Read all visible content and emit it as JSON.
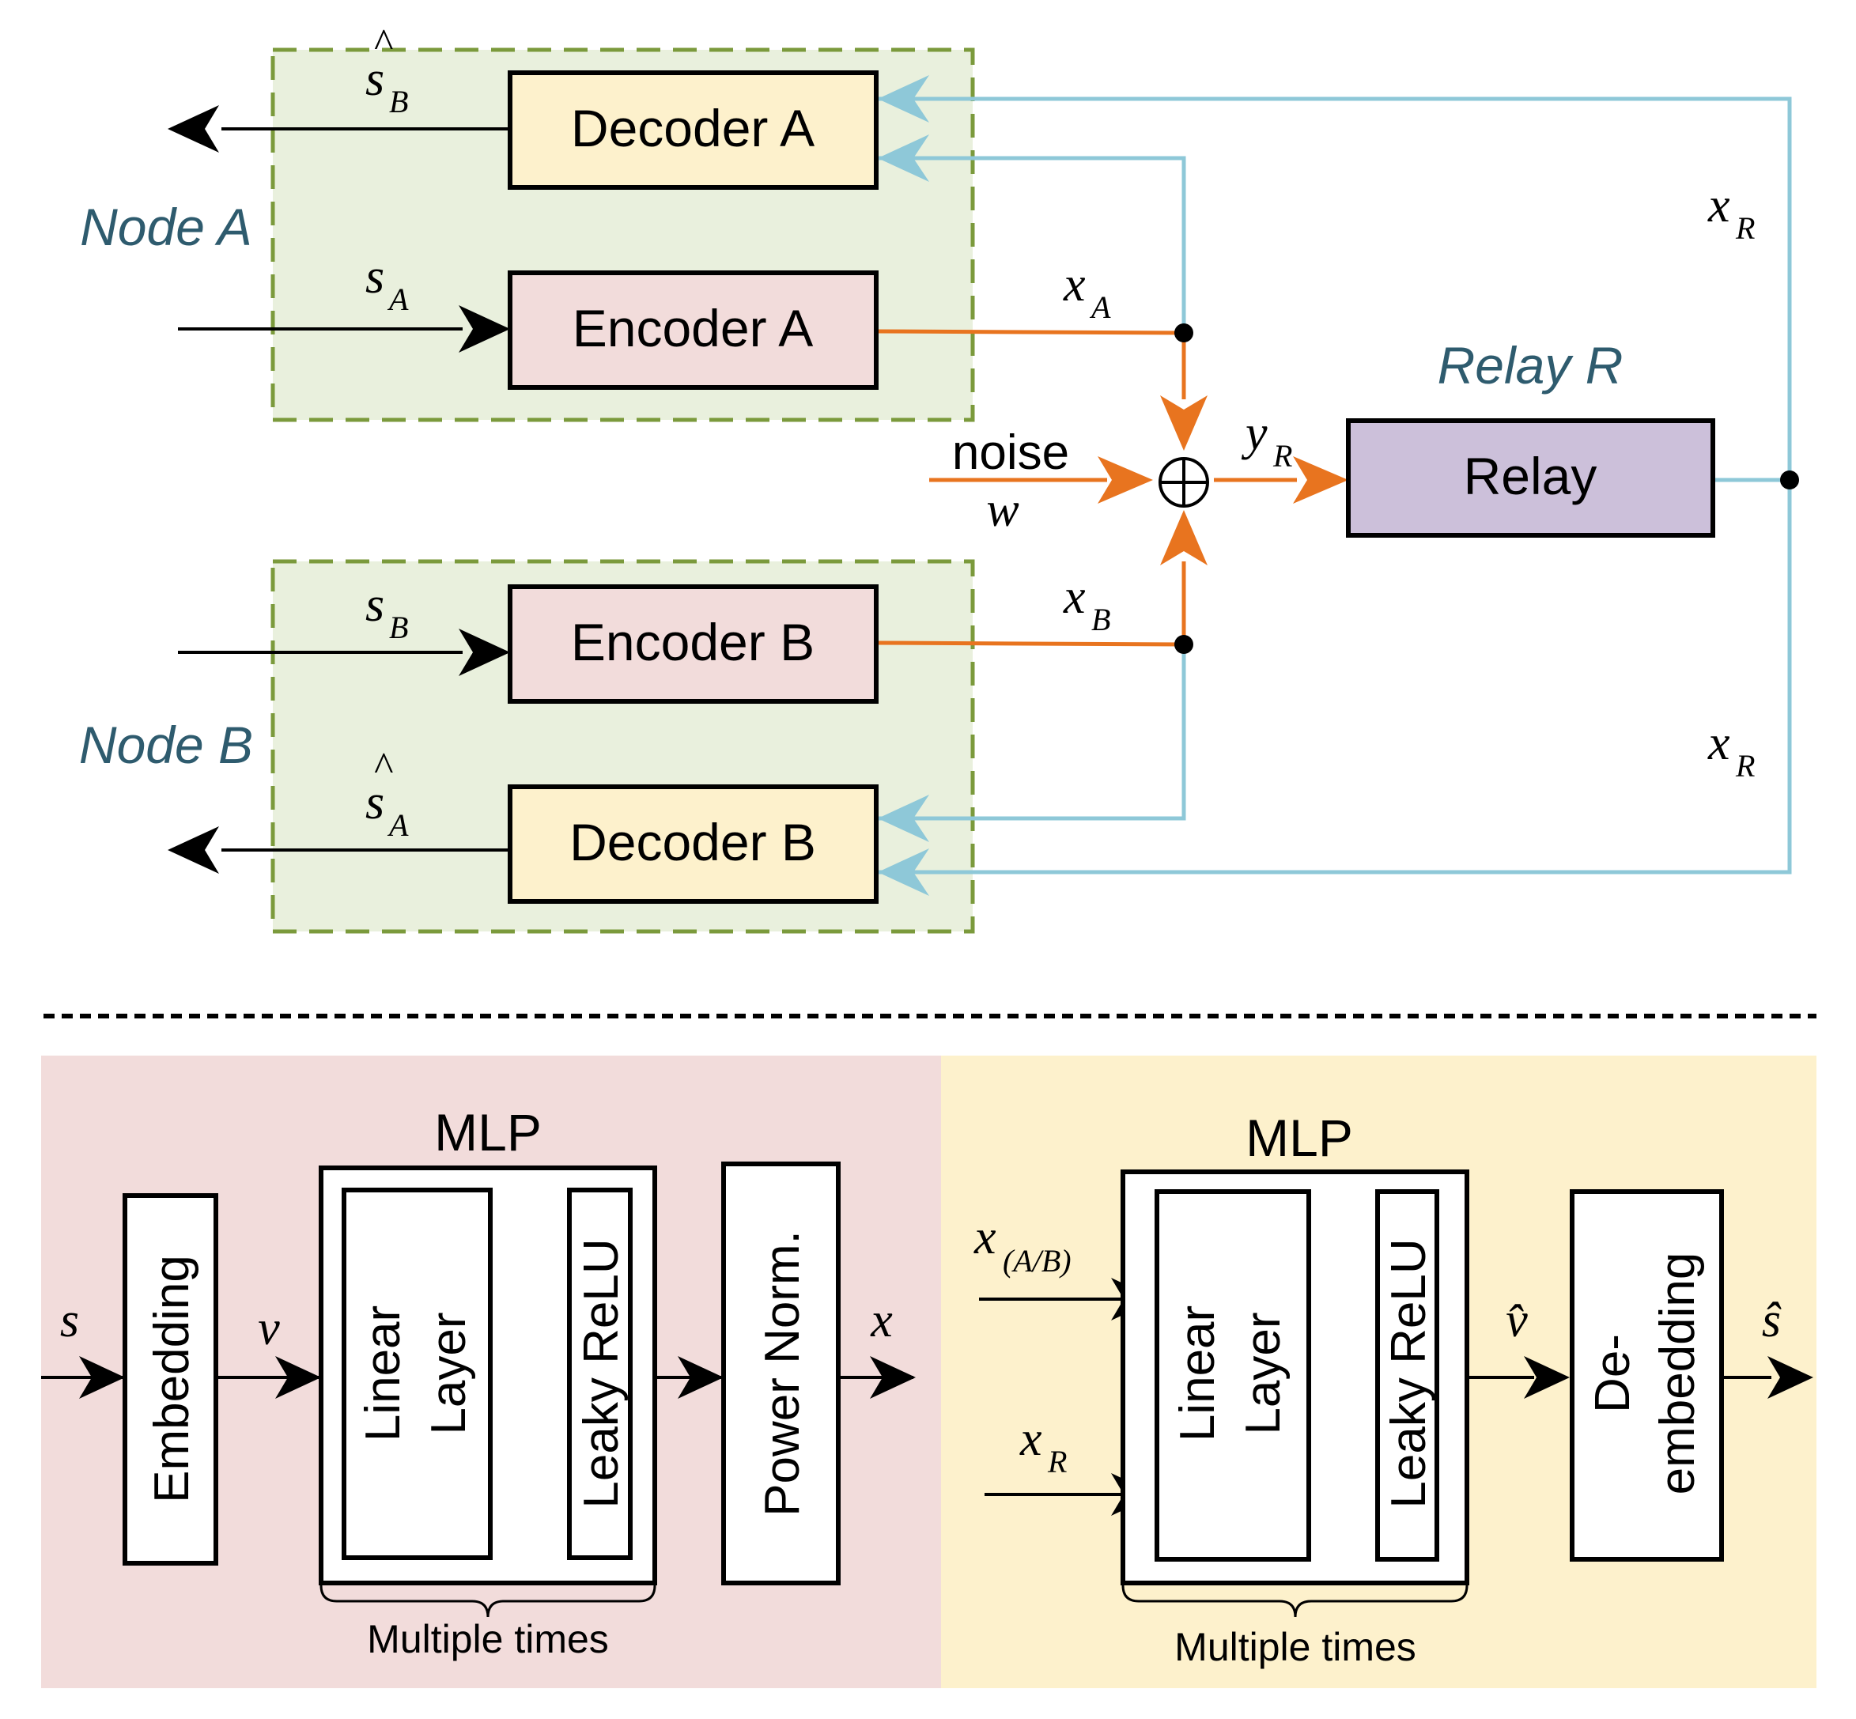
{
  "top": {
    "node_a": {
      "title": "Node A",
      "decoder_label": "Decoder A",
      "encoder_label": "Encoder A",
      "out_symbol": "s",
      "out_sub": "B",
      "in_symbol": "s",
      "in_sub": "A",
      "tx_symbol": "x",
      "tx_sub": "A"
    },
    "node_b": {
      "title": "Node B",
      "decoder_label": "Decoder B",
      "encoder_label": "Encoder B",
      "out_symbol": "s",
      "out_sub": "A",
      "in_symbol": "s",
      "in_sub": "B",
      "tx_symbol": "x",
      "tx_sub": "B"
    },
    "relay": {
      "title": "Relay R",
      "label": "Relay",
      "rx_symbol": "y",
      "rx_sub": "R",
      "tx_symbol": "x",
      "tx_sub": "R"
    },
    "noise": {
      "label": "noise",
      "symbol": "w",
      "adder": "⊕"
    }
  },
  "bottom": {
    "encoder": {
      "embedding": "Embedding",
      "mlp_title": "MLP",
      "linear_line1": "Linear",
      "linear_line2": "Layer",
      "leaky": "Leaky ReLU",
      "power": "Power Norm.",
      "repeat": "Multiple times",
      "in_symbol": "s",
      "mid_symbol": "v",
      "out_symbol": "x"
    },
    "decoder": {
      "mlp_title": "MLP",
      "linear_line1": "Linear",
      "linear_line2": "Layer",
      "leaky": "Leaky ReLU",
      "deembed_line1": "De-",
      "deembed_line2": "embedding",
      "repeat": "Multiple times",
      "in1_symbol": "x",
      "in1_sub": "(A/B)",
      "in2_symbol": "x",
      "in2_sub": "R",
      "mid_symbol": "v̂",
      "out_symbol": "ŝ"
    }
  },
  "colors": {
    "orange": "#e8741f",
    "light_blue": "#8ec8d8",
    "node_fill": "#e9f0dd",
    "node_border": "#7b9a3c",
    "decoder_fill": "#fdf1cc",
    "encoder_fill": "#f2dcdb",
    "relay_fill": "#ccc0da",
    "panel_left": "#f2dcdb",
    "panel_right": "#fdf1cc",
    "node_text": "#2e5b6e"
  }
}
